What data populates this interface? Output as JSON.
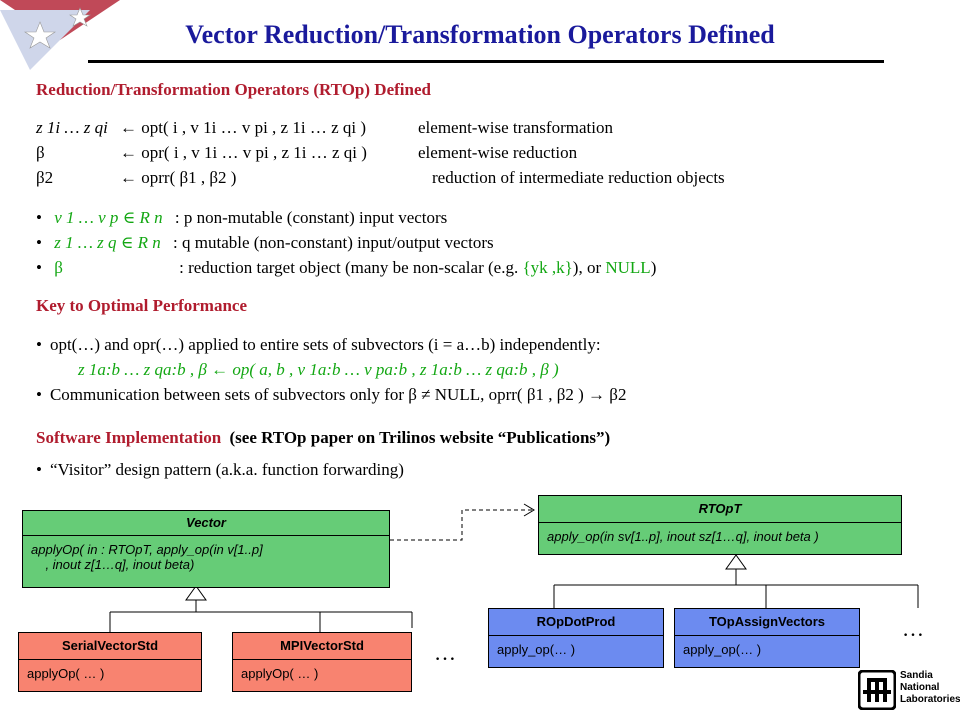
{
  "title": "Vector Reduction/Transformation Operators Defined",
  "section1": {
    "heading": "Reduction/Transformation Operators (RTOp) Defined",
    "row1_lhs": "z 1i … z qi",
    "row1_arrow": "← opt( i , v 1i … v pi , z 1i … z qi )",
    "row1_desc": "element-wise transformation",
    "row2_lhs": "β",
    "row2_arrow": "← opr( i , v 1i … v pi , z 1i … z qi )",
    "row2_desc": "element-wise reduction",
    "row3_lhs": "β2",
    "row3_arrow": "← oprr( β1 , β2 )",
    "row3_desc": "reduction of intermediate reduction objects",
    "bullets": [
      {
        "math": "v 1 … v p ∈ R n",
        "text": ": p non-mutable (constant) input vectors"
      },
      {
        "math": "z 1 … z q ∈ R n",
        "text": ": q mutable (non-constant) input/output vectors"
      },
      {
        "math": "β",
        "text": ": reduction target object (many be  non-scalar (e.g. ",
        "green1": "{yk ,k}",
        "mid": "), or ",
        "green2": "NULL",
        "end": ")"
      }
    ]
  },
  "section2": {
    "heading": "Key to Optimal Performance",
    "bullet1": "opt(…) and opr(…) applied to entire sets of subvectors (i = a…b) independently:",
    "formula": "z 1a:b … z qa:b , β  ← op( a, b , v 1a:b … v pa:b , z 1a:b … z qa:b , β )",
    "bullet2": "Communication between sets of subvectors only for β ≠ NULL, oprr( β1 , β2 ) → β2"
  },
  "section3": {
    "heading": "Software Implementation",
    "heading_note": "(see RTOp paper on Trilinos website “Publications”)",
    "bullet1": "“Visitor” design pattern (a.k.a. function forwarding)"
  },
  "diagram": {
    "vector": {
      "name": "Vector",
      "method": "applyOp( in : RTOpT, apply_op(in v[1..p]\n    , inout z[1…q], inout beta)"
    },
    "serial": {
      "name": "SerialVectorStd",
      "method": "applyOp( … )"
    },
    "mpi": {
      "name": "MPIVectorStd",
      "method": "applyOp( … )"
    },
    "rtopt": {
      "name": "RTOpT",
      "method": "apply_op(in sv[1..p], inout sz[1…q], inout beta )"
    },
    "dotprod": {
      "name": "ROpDotProd",
      "method": "apply_op(… )"
    },
    "assign": {
      "name": "TOpAssignVectors",
      "method": "apply_op(… )"
    },
    "ellipsis_left": "…",
    "ellipsis_right": "…"
  },
  "logo": {
    "line1": "Sandia",
    "line2": "National",
    "line3": "Laboratories"
  }
}
